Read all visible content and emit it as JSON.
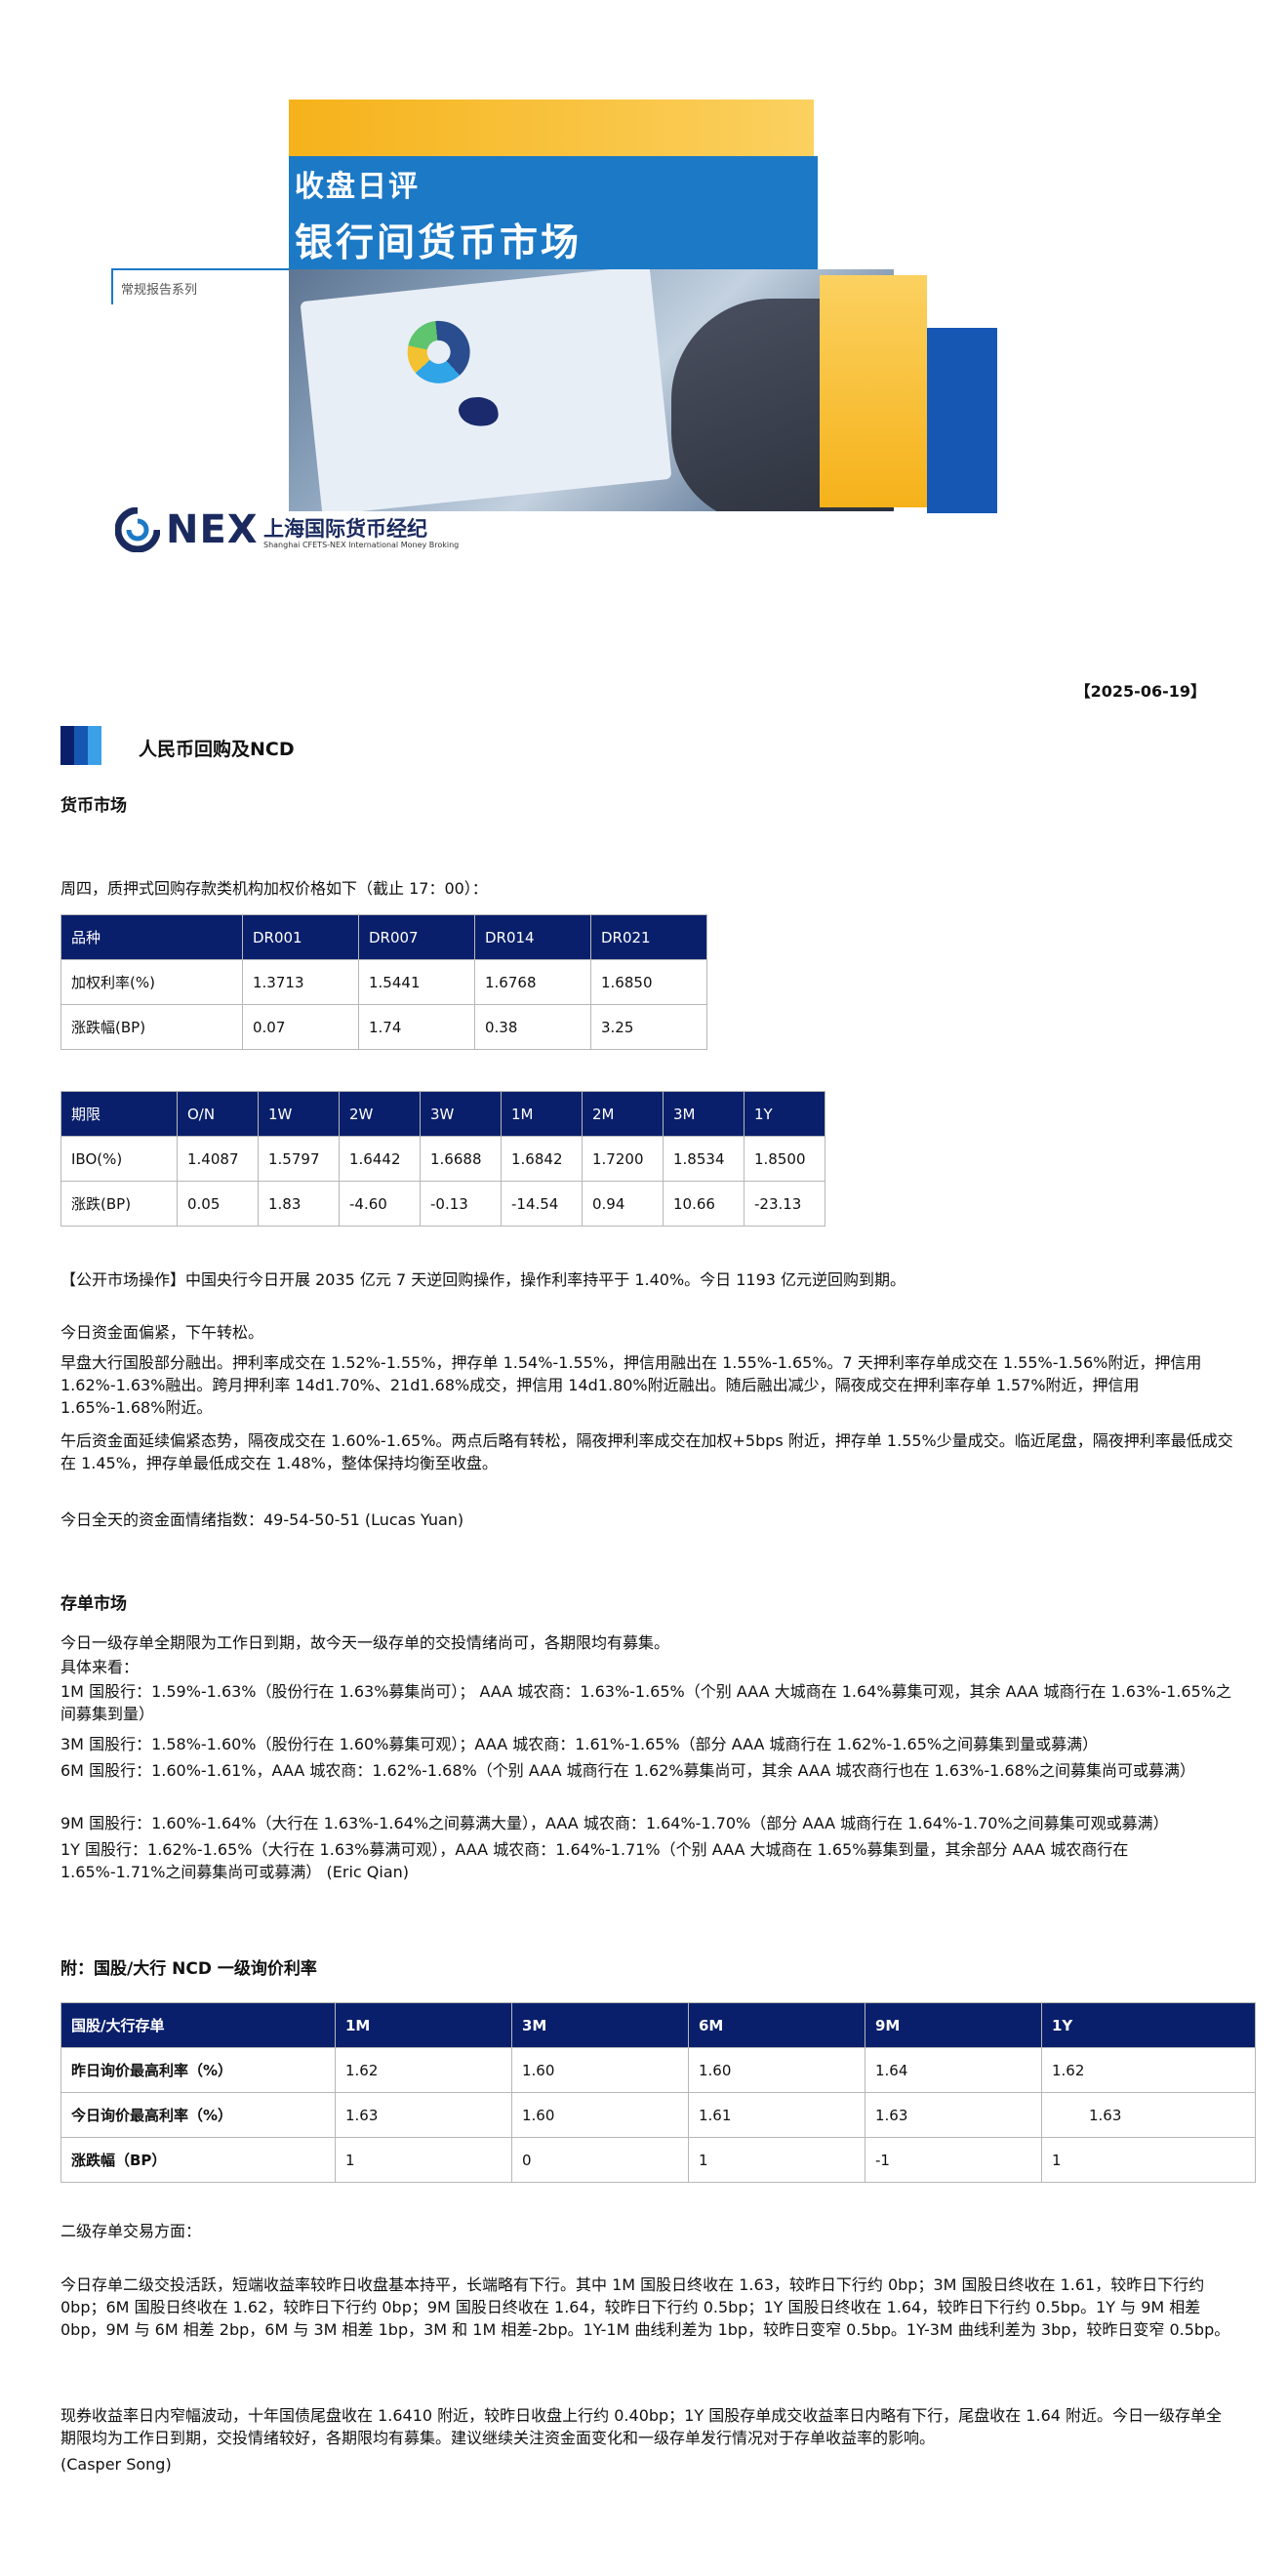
{
  "banner": {
    "title_line1": "收盘日评",
    "title_line2": "银行间货币市场",
    "series": "常规报告系列",
    "logo_brand": "NEX",
    "logo_cn": "上海国际货币经纪",
    "logo_en": "Shanghai CFETS-NEX International Money Broking"
  },
  "report": {
    "date": "【2025-06-19】",
    "section_title": "人民币回购及NCD",
    "money_market_heading": "货币市场",
    "intro": "周四，质押式回购存款类机构加权价格如下（截止 17：00）："
  },
  "dr_table": {
    "header": [
      "品种",
      "DR001",
      "DR007",
      "DR014",
      "DR021"
    ],
    "rows": [
      [
        "加权利率(%)",
        "1.3713",
        "1.5441",
        "1.6768",
        "1.6850"
      ],
      [
        "涨跌幅(BP)",
        "0.07",
        "1.74",
        "0.38",
        "3.25"
      ]
    ]
  },
  "ibo_table": {
    "header": [
      "期限",
      "O/N",
      "1W",
      "2W",
      "3W",
      "1M",
      "2M",
      "3M",
      "1Y"
    ],
    "rows": [
      [
        "IBO(%)",
        "1.4087",
        "1.5797",
        "1.6442",
        "1.6688",
        "1.6842",
        "1.7200",
        "1.8534",
        "1.8500"
      ],
      [
        "涨跌(BP)",
        "0.05",
        "1.83",
        "-4.60",
        "-0.13",
        "-14.54",
        "0.94",
        "10.66",
        "-23.13"
      ]
    ]
  },
  "money_text": {
    "open_market": "【公开市场操作】中国央行今日开展 2035 亿元 7 天逆回购操作，操作利率持平于 1.40%。今日 1193 亿元逆回购到期。",
    "p1": "今日资金面偏紧，下午转松。",
    "p2": "早盘大行国股部分融出。押利率成交在 1.52%-1.55%，押存单 1.54%-1.55%，押信用融出在 1.55%-1.65%。7 天押利率存单成交在 1.55%-1.56%附近，押信用 1.62%-1.63%融出。跨月押利率 14d1.70%、21d1.68%成交，押信用 14d1.80%附近融出。随后融出减少，隔夜成交在押利率存单 1.57%附近，押信用 1.65%-1.68%附近。",
    "p3": "午后资金面延续偏紧态势，隔夜成交在 1.60%-1.65%。两点后略有转松，隔夜押利率成交在加权+5bps 附近，押存单 1.55%少量成交。临近尾盘，隔夜押利率最低成交在 1.45%，押存单最低成交在 1.48%，整体保持均衡至收盘。",
    "p4": "今日全天的资金面情绪指数：49-54-50-51 (Lucas Yuan)"
  },
  "cd_text": {
    "heading": "存单市场",
    "p1": "今日一级存单全期限为工作日到期，故今天一级存单的交投情绪尚可，各期限均有募集。",
    "p2": "具体来看：",
    "lines": [
      "1M 国股行：1.59%-1.63%（股份行在 1.63%募集尚可）； AAA 城农商：1.63%-1.65%（个别 AAA 大城商在 1.64%募集可观，其余 AAA 城商行在 1.63%-1.65%之间募集到量）",
      "3M 国股行：1.58%-1.60%（股份行在 1.60%募集可观）；AAA 城农商：1.61%-1.65%（部分 AAA 城商行在 1.62%-1.65%之间募集到量或募满）",
      "6M 国股行：1.60%-1.61%，AAA 城农商：1.62%-1.68%（个别 AAA 城商行在 1.62%募集尚可，其余 AAA 城农商行也在 1.63%-1.68%之间募集尚可或募满）",
      "9M 国股行：1.60%-1.64%（大行在 1.63%-1.64%之间募满大量），AAA 城农商：1.64%-1.70%（部分 AAA 城商行在 1.64%-1.70%之间募集可观或募满）",
      "1Y 国股行：1.62%-1.65%（大行在 1.63%募满可观），AAA 城农商：1.64%-1.71%（个别 AAA 大城商在 1.65%募集到量，其余部分 AAA 城农商行在 1.65%-1.71%之间募集尚可或募满） (Eric Qian)"
    ]
  },
  "ncd_table": {
    "heading": "附：国股/大行 NCD 一级询价利率",
    "header": [
      "国股/大行存单",
      "1M",
      "3M",
      "6M",
      "9M",
      "1Y"
    ],
    "rows": [
      [
        "昨日询价最高利率（%）",
        "1.62",
        "1.60",
        "1.60",
        "1.64",
        "1.62"
      ],
      [
        "今日询价最高利率（%）",
        "1.63",
        "1.60",
        "1.61",
        "1.63",
        "1.63"
      ],
      [
        "涨跌幅（BP）",
        "1",
        "0",
        "1",
        "-1",
        "1"
      ]
    ]
  },
  "secondary_text": {
    "heading": "二级存单交易方面：",
    "p1": "今日存单二级交投活跃，短端收益率较昨日收盘基本持平，长端略有下行。其中 1M 国股日终收在 1.63，较昨日下行约 0bp；3M 国股日终收在 1.61，较昨日下行约 0bp；6M 国股日终收在 1.62，较昨日下行约 0bp；9M 国股日终收在 1.64，较昨日下行约 0.5bp；1Y 国股日终收在 1.64，较昨日下行约 0.5bp。1Y 与 9M 相差 0bp，9M 与 6M 相差 2bp，6M 与 3M 相差 1bp，3M 和 1M 相差-2bp。1Y-1M 曲线利差为 1bp，较昨日变窄 0.5bp。1Y-3M 曲线利差为 3bp，较昨日变窄 0.5bp。",
    "p2": "现券收益率日内窄幅波动，十年国债尾盘收在 1.6410 附近，较昨日收盘上行约 0.40bp；1Y 国股存单成交收益率日内略有下行，尾盘收在 1.64 附近。今日一级存单全期限均为工作日到期，交投情绪较好，各期限均有募集。建议继续关注资金面变化和一级存单发行情况对于存单收益率的影响。",
    "author": "(Casper Song)"
  }
}
